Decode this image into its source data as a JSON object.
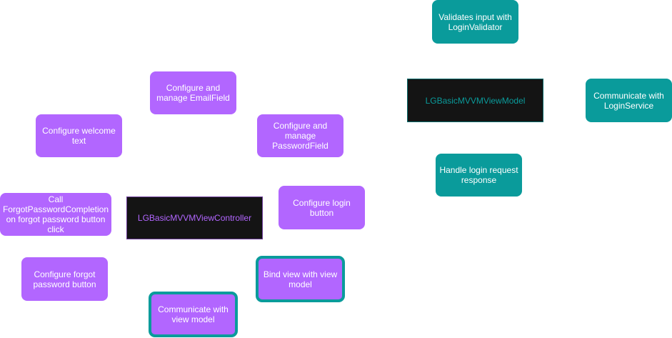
{
  "nodes": {
    "view_controller": "LGBasicMVVMViewController",
    "view_model": "LGBasicMVVMViewModel",
    "email_field": "Configure and manage EmailField",
    "welcome_text": "Configure welcome text",
    "password_field": "Configure and manage PasswordField",
    "login_button": "Configure login button",
    "forgot_completion": "Call ForgotPasswordCompletion on forgot password button click",
    "forgot_button": "Configure forgot password button",
    "bind_view": "Bind view with view model",
    "communicate_vm": "Communicate with view model",
    "validates_input": "Validates input with LoginValidator",
    "communicate_service": "Communicate with LoginService",
    "handle_response": "Handle login request response"
  },
  "colors": {
    "purple": "#b266ff",
    "teal": "#0a9b9b",
    "dark": "#141414"
  }
}
